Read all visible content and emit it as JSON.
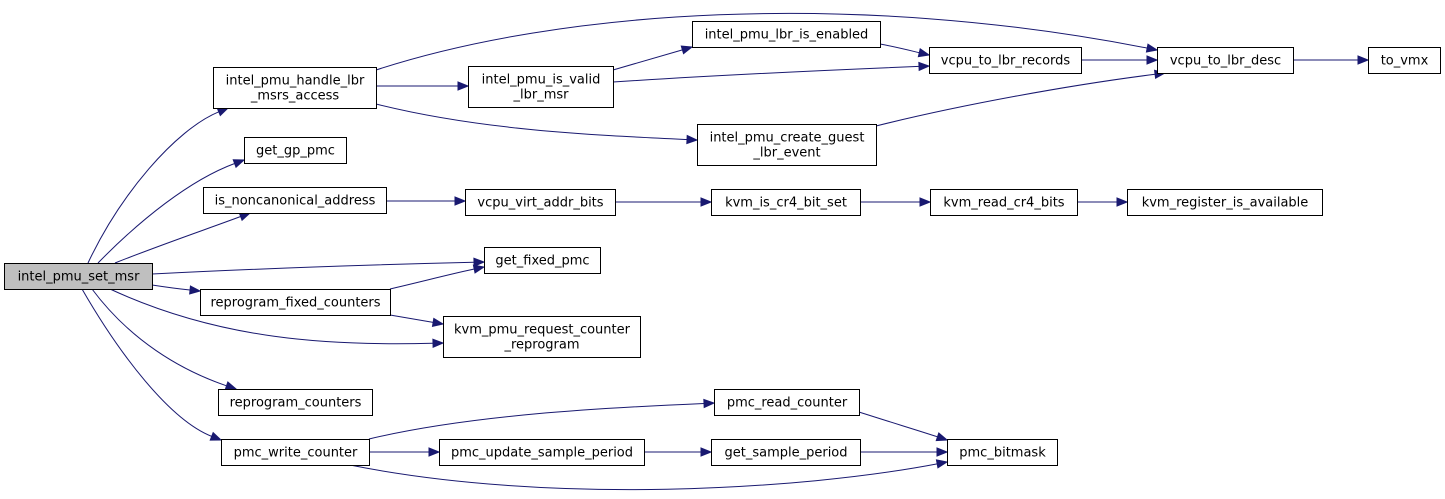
{
  "graph": {
    "nodes": [
      {
        "id": "intel_pmu_set_msr",
        "lines": [
          "intel_pmu_set_msr"
        ],
        "root": true
      },
      {
        "id": "intel_pmu_handle_lbr_msrs_access",
        "lines": [
          "intel_pmu_handle_lbr",
          "_msrs_access"
        ]
      },
      {
        "id": "get_gp_pmc",
        "lines": [
          "get_gp_pmc"
        ]
      },
      {
        "id": "is_noncanonical_address",
        "lines": [
          "is_noncanonical_address"
        ]
      },
      {
        "id": "get_fixed_pmc",
        "lines": [
          "get_fixed_pmc"
        ]
      },
      {
        "id": "reprogram_fixed_counters",
        "lines": [
          "reprogram_fixed_counters"
        ]
      },
      {
        "id": "kvm_pmu_request_counter_reprogram",
        "lines": [
          "kvm_pmu_request_counter",
          "_reprogram"
        ]
      },
      {
        "id": "reprogram_counters",
        "lines": [
          "reprogram_counters"
        ]
      },
      {
        "id": "pmc_write_counter",
        "lines": [
          "pmc_write_counter"
        ]
      },
      {
        "id": "intel_pmu_lbr_is_enabled",
        "lines": [
          "intel_pmu_lbr_is_enabled"
        ]
      },
      {
        "id": "intel_pmu_is_valid_lbr_msr",
        "lines": [
          "intel_pmu_is_valid",
          "_lbr_msr"
        ]
      },
      {
        "id": "intel_pmu_create_guest_lbr_event",
        "lines": [
          "intel_pmu_create_guest",
          "_lbr_event"
        ]
      },
      {
        "id": "vcpu_to_lbr_records",
        "lines": [
          "vcpu_to_lbr_records"
        ]
      },
      {
        "id": "vcpu_to_lbr_desc",
        "lines": [
          "vcpu_to_lbr_desc"
        ]
      },
      {
        "id": "to_vmx",
        "lines": [
          "to_vmx"
        ]
      },
      {
        "id": "vcpu_virt_addr_bits",
        "lines": [
          "vcpu_virt_addr_bits"
        ]
      },
      {
        "id": "kvm_is_cr4_bit_set",
        "lines": [
          "kvm_is_cr4_bit_set"
        ]
      },
      {
        "id": "kvm_read_cr4_bits",
        "lines": [
          "kvm_read_cr4_bits"
        ]
      },
      {
        "id": "kvm_register_is_available",
        "lines": [
          "kvm_register_is_available"
        ]
      },
      {
        "id": "pmc_read_counter",
        "lines": [
          "pmc_read_counter"
        ]
      },
      {
        "id": "pmc_update_sample_period",
        "lines": [
          "pmc_update_sample_period"
        ]
      },
      {
        "id": "get_sample_period",
        "lines": [
          "get_sample_period"
        ]
      },
      {
        "id": "pmc_bitmask",
        "lines": [
          "pmc_bitmask"
        ]
      }
    ],
    "edges": [
      {
        "from": "intel_pmu_set_msr",
        "to": "intel_pmu_handle_lbr_msrs_access"
      },
      {
        "from": "intel_pmu_set_msr",
        "to": "get_gp_pmc"
      },
      {
        "from": "intel_pmu_set_msr",
        "to": "is_noncanonical_address"
      },
      {
        "from": "intel_pmu_set_msr",
        "to": "get_fixed_pmc"
      },
      {
        "from": "intel_pmu_set_msr",
        "to": "reprogram_fixed_counters"
      },
      {
        "from": "intel_pmu_set_msr",
        "to": "kvm_pmu_request_counter_reprogram"
      },
      {
        "from": "intel_pmu_set_msr",
        "to": "reprogram_counters"
      },
      {
        "from": "intel_pmu_set_msr",
        "to": "pmc_write_counter"
      },
      {
        "from": "intel_pmu_handle_lbr_msrs_access",
        "to": "vcpu_to_lbr_desc"
      },
      {
        "from": "intel_pmu_handle_lbr_msrs_access",
        "to": "intel_pmu_is_valid_lbr_msr"
      },
      {
        "from": "intel_pmu_handle_lbr_msrs_access",
        "to": "intel_pmu_create_guest_lbr_event"
      },
      {
        "from": "intel_pmu_is_valid_lbr_msr",
        "to": "intel_pmu_lbr_is_enabled"
      },
      {
        "from": "intel_pmu_is_valid_lbr_msr",
        "to": "vcpu_to_lbr_records"
      },
      {
        "from": "intel_pmu_lbr_is_enabled",
        "to": "vcpu_to_lbr_records"
      },
      {
        "from": "vcpu_to_lbr_records",
        "to": "vcpu_to_lbr_desc"
      },
      {
        "from": "intel_pmu_create_guest_lbr_event",
        "to": "vcpu_to_lbr_desc"
      },
      {
        "from": "vcpu_to_lbr_desc",
        "to": "to_vmx"
      },
      {
        "from": "is_noncanonical_address",
        "to": "vcpu_virt_addr_bits"
      },
      {
        "from": "vcpu_virt_addr_bits",
        "to": "kvm_is_cr4_bit_set"
      },
      {
        "from": "kvm_is_cr4_bit_set",
        "to": "kvm_read_cr4_bits"
      },
      {
        "from": "kvm_read_cr4_bits",
        "to": "kvm_register_is_available"
      },
      {
        "from": "reprogram_fixed_counters",
        "to": "get_fixed_pmc"
      },
      {
        "from": "reprogram_fixed_counters",
        "to": "kvm_pmu_request_counter_reprogram"
      },
      {
        "from": "pmc_write_counter",
        "to": "pmc_read_counter"
      },
      {
        "from": "pmc_write_counter",
        "to": "pmc_update_sample_period"
      },
      {
        "from": "pmc_write_counter",
        "to": "pmc_bitmask"
      },
      {
        "from": "pmc_read_counter",
        "to": "pmc_bitmask"
      },
      {
        "from": "pmc_update_sample_period",
        "to": "get_sample_period"
      },
      {
        "from": "get_sample_period",
        "to": "pmc_bitmask"
      }
    ]
  }
}
